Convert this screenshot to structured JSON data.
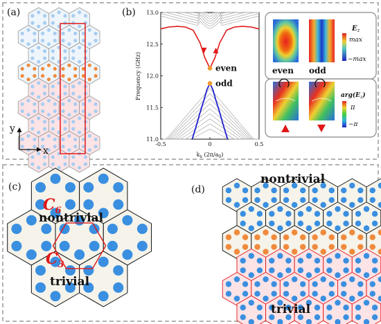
{
  "colors": {
    "blue_dot": "#3a8fe0",
    "light_dot": "#a8cdf0",
    "orange_dot": "#f08a3c",
    "pink_fill": "#fbe3e6",
    "cell_fill": "#f5f3ea",
    "red_line": "#e01818",
    "bulk_line": "#a8a8a8",
    "blue_line": "#2020d0",
    "dash_border": "#9a9a9a"
  },
  "panel_a": {
    "label": "(a)",
    "axis_y": "y",
    "axis_x": "x"
  },
  "panel_b": {
    "label": "(b)",
    "mode_even": "even",
    "mode_odd": "odd",
    "field_label": "E",
    "field_sub": "z",
    "max_label": "max",
    "min_label": "−max",
    "phase_label": "arg(E",
    "phase_sub": "z",
    "phase_close": ")",
    "pi_label": "π",
    "neg_pi_label": "−π"
  },
  "panel_c": {
    "label": "(c)",
    "c6_main": "C",
    "c6_sub": "6",
    "c3_main": "C",
    "c3_sub": "3",
    "nontrivial": "nontrivial",
    "trivial": "trivial"
  },
  "panel_d": {
    "label": "(d)",
    "nontrivial": "nontrivial",
    "trivial": "trivial"
  },
  "chart_data": {
    "type": "line",
    "xlabel": "k",
    "xlabel_sub": "x",
    "xlabel_units": "(2π/a",
    "xlabel_units_sub": "0",
    "xlabel_units_close": ")",
    "ylabel": "Frequency (GHz)",
    "xlim": [
      -0.5,
      0.5
    ],
    "ylim": [
      11.0,
      13.0
    ],
    "xticks": [
      "-0.5",
      "0",
      "0.5"
    ],
    "yticks": [
      "11.0",
      "11.5",
      "12.0",
      "12.5",
      "13.0"
    ],
    "series": [
      {
        "role": "upper_edge",
        "x": [
          -0.5,
          -0.42,
          -0.33,
          -0.25,
          -0.17,
          -0.1,
          -0.05,
          0,
          0.05,
          0.1,
          0.17,
          0.25,
          0.33,
          0.42,
          0.5
        ],
        "y": [
          12.74,
          12.77,
          12.78,
          12.77,
          12.72,
          12.52,
          12.28,
          12.12,
          12.28,
          12.52,
          12.72,
          12.77,
          12.78,
          12.77,
          12.74
        ]
      },
      {
        "role": "lower_edge",
        "x": [
          -0.18,
          -0.14,
          -0.1,
          -0.06,
          -0.03,
          0,
          0.03,
          0.06,
          0.1,
          0.14,
          0.18
        ],
        "y": [
          11.0,
          11.2,
          11.42,
          11.62,
          11.78,
          11.88,
          11.78,
          11.62,
          11.42,
          11.2,
          11.0
        ]
      }
    ],
    "points": [
      {
        "x": 0,
        "y": 12.12,
        "label": "even"
      },
      {
        "x": 0,
        "y": 11.88,
        "label": "odd"
      }
    ]
  }
}
